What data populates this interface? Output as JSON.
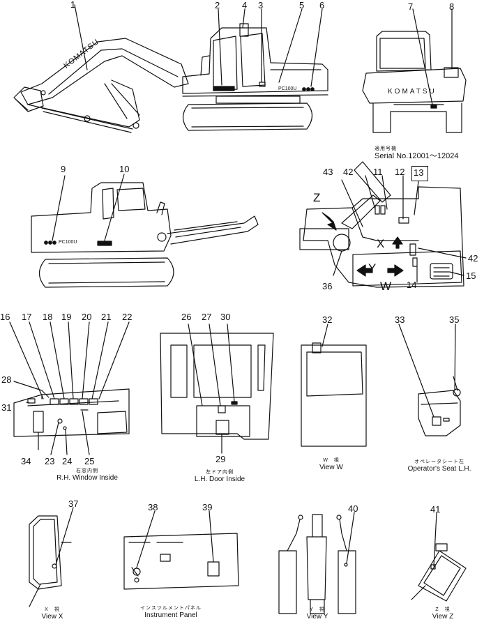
{
  "callouts": {
    "n1": "1",
    "n2": "2",
    "n3": "3",
    "n4": "4",
    "n5": "5",
    "n6": "6",
    "n7": "7",
    "n8": "8",
    "n9": "9",
    "n10": "10",
    "n11": "11",
    "n12": "12",
    "n13": "13",
    "n14": "14",
    "n15": "15",
    "n16": "16",
    "n17": "17",
    "n18": "18",
    "n19": "19",
    "n20": "20",
    "n21": "21",
    "n22": "22",
    "n23": "23",
    "n24": "24",
    "n25": "25",
    "n26": "26",
    "n27": "27",
    "n28": "28",
    "n29": "29",
    "n30": "30",
    "n31": "31",
    "n32": "32",
    "n33": "33",
    "n34": "34",
    "n35": "35",
    "n36": "36",
    "n37": "37",
    "n38": "38",
    "n39": "39",
    "n40": "40",
    "n41": "41",
    "n42a": "42",
    "n42b": "42",
    "n43": "43"
  },
  "view_letters": {
    "z": "Z",
    "x": "X",
    "y": "Y",
    "w": "W"
  },
  "machine_text": {
    "boom_brand": "KOMATSU",
    "rear_brand": "KOMATSU",
    "model_right": "PC100U",
    "model_left": "PC100U"
  },
  "serial": {
    "jp": "適用号機",
    "en": "Serial No.12001～12024"
  },
  "captions": {
    "rh_window": {
      "jp": "右窓内側",
      "en": "R.H. Window Inside"
    },
    "lh_door": {
      "jp": "左ドア内側",
      "en": "L.H. Door Inside"
    },
    "view_w": {
      "jp": "W　視",
      "en": "View  W"
    },
    "seat": {
      "jp": "オペレータシート左",
      "en": "Operator's Seat L.H."
    },
    "view_x": {
      "jp": "X　視",
      "en": "View  X"
    },
    "instrument": {
      "jp": "インスツルメントパネル",
      "en": "Instrument Panel"
    },
    "view_y": {
      "jp": "Y　視",
      "en": "View  Y"
    },
    "view_z": {
      "jp": "Z　視",
      "en": "View  Z"
    }
  }
}
